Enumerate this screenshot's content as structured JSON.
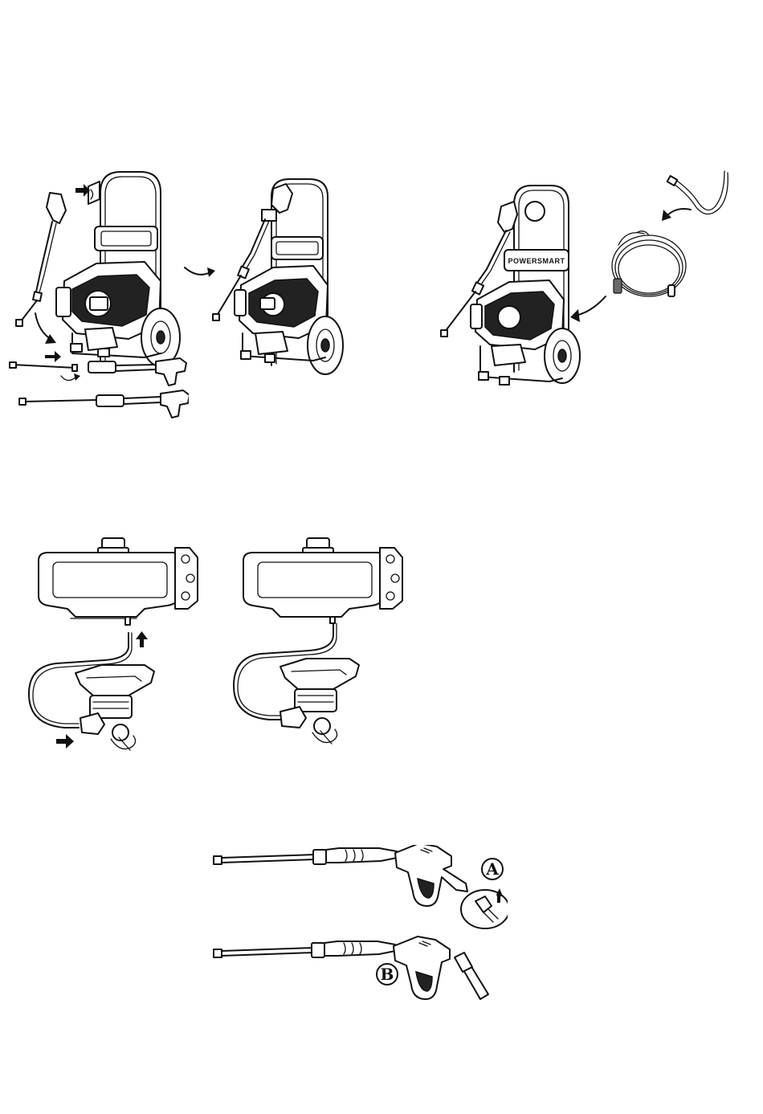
{
  "figures": {
    "assembly": {
      "step1": {
        "description_hidden": true
      },
      "step3": {
        "brand_label": "POWERSMART"
      }
    },
    "hose_connection": {},
    "gun_extension": {
      "callout_a": "A",
      "callout_b": "B"
    }
  }
}
